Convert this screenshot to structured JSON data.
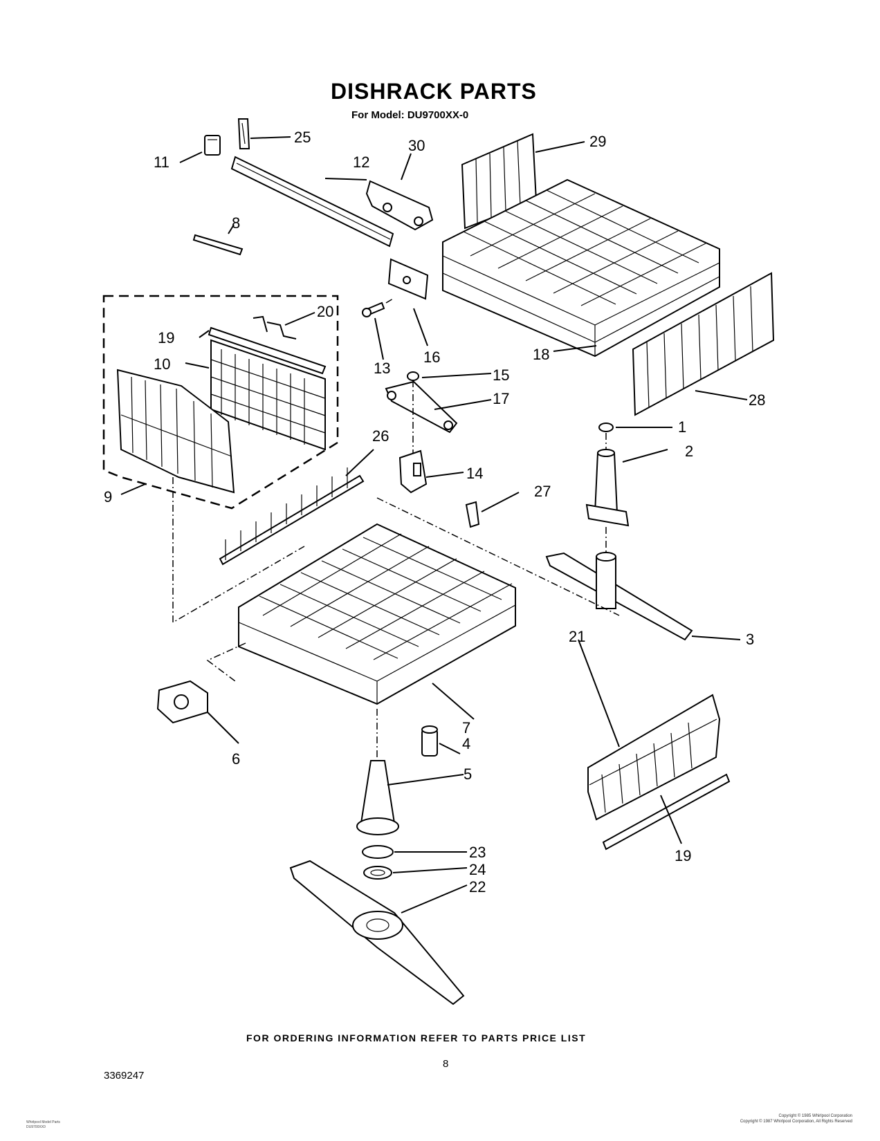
{
  "title": "DISHRACK PARTS",
  "subtitle": "For Model: DU9700XX-0",
  "footer_note": "FOR ORDERING INFORMATION REFER TO PARTS PRICE LIST",
  "doc_number": "3369247",
  "page_number": "8",
  "copyright_lines": [
    "Copyright © 1985 Whirlpool Corporation",
    "Copyright © 1987 Whirlpool Corporation, All Rights Reserved"
  ],
  "small_mark_lines": [
    "Whirlpool Model Parts",
    "DU9700XX0"
  ],
  "callouts": {
    "c1": "1",
    "c2": "2",
    "c3": "3",
    "c4": "4",
    "c5": "5",
    "c6": "6",
    "c7": "7",
    "c8": "8",
    "c9": "9",
    "c10": "10",
    "c11": "11",
    "c12": "12",
    "c13": "13",
    "c14": "14",
    "c15": "15",
    "c16": "16",
    "c17": "17",
    "c18": "18",
    "c19a": "19",
    "c19b": "19",
    "c20": "20",
    "c21": "21",
    "c22": "22",
    "c23": "23",
    "c24": "24",
    "c25": "25",
    "c26": "26",
    "c27": "27",
    "c28": "28",
    "c29": "29",
    "c30": "30"
  }
}
